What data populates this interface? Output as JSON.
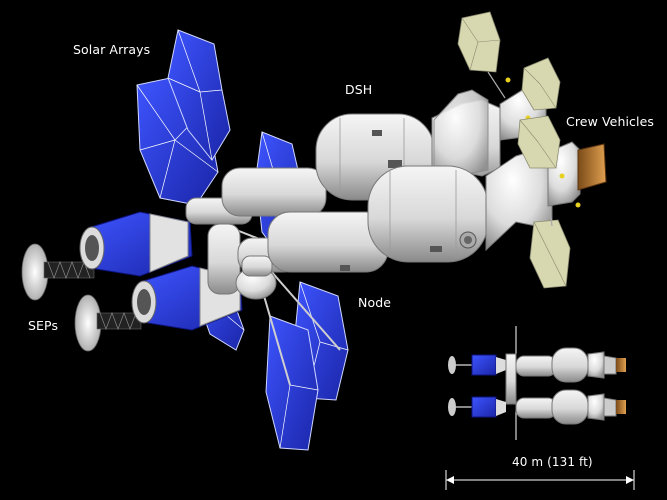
{
  "labels": {
    "solar_arrays": "Solar Arrays",
    "dsh": "DSH",
    "crew_vehicles": "Crew Vehicles",
    "node": "Node",
    "seps": "SEPs",
    "scale_bar": "40 m (131 ft)"
  },
  "colors": {
    "background": "#000000",
    "solar_panel": "#2a3bd6",
    "module_white": "#e6e6e6",
    "crew_panel": "#d8d8b0",
    "engine_gold": "#c8873a",
    "text": "#ffffff"
  }
}
